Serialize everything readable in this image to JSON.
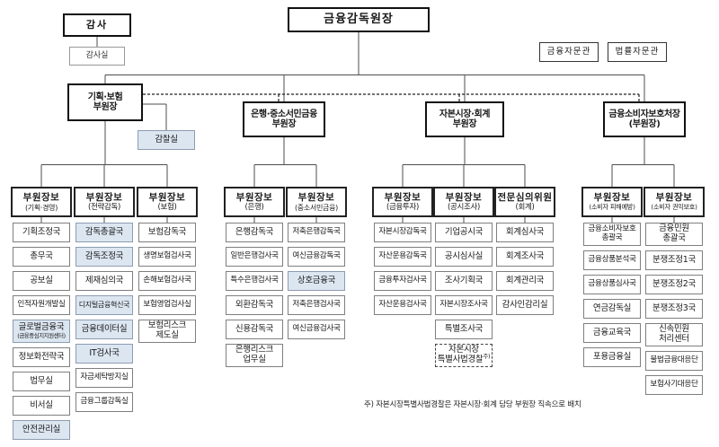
{
  "root": {
    "label": "금융감독원장"
  },
  "auditor": {
    "label": "감사"
  },
  "auditor_office": {
    "label": "감사실"
  },
  "advisors": [
    {
      "label": "금융자문관"
    },
    {
      "label": "법률자문관"
    }
  ],
  "inspection_office": {
    "label": "감찰실",
    "shaded": true
  },
  "deputies": [
    {
      "label": "기획·보험\n부원장"
    },
    {
      "label": "은행·중소서민금융\n부원장"
    },
    {
      "label": "자본시장·회계\n부원장"
    },
    {
      "label": "금융소비자보호처장\n(부원장)"
    }
  ],
  "columns": [
    {
      "deputy": 0,
      "head": {
        "title": "부원장보",
        "subtitle": "(기획·경영)"
      },
      "items": [
        {
          "label": "기획조정국"
        },
        {
          "label": "총무국"
        },
        {
          "label": "공보실"
        },
        {
          "label": "인적자원개발실"
        },
        {
          "label": "글로벌금융국",
          "sub": "(금융중심지지원센터)",
          "shaded": true
        },
        {
          "label": "정보화전략국"
        },
        {
          "label": "법무실"
        },
        {
          "label": "비서실"
        },
        {
          "label": "안전관리실",
          "shaded": true
        }
      ]
    },
    {
      "deputy": 0,
      "head": {
        "title": "부원장보",
        "subtitle": "(전략감독)"
      },
      "items": [
        {
          "label": "감독총괄국",
          "shaded": true
        },
        {
          "label": "감독조정국",
          "shaded": true
        },
        {
          "label": "제재심의국"
        },
        {
          "label": "디지털금융혁신국",
          "shaded": true
        },
        {
          "label": "금융데이터실",
          "shaded": true
        },
        {
          "label": "IT검사국",
          "shaded": true
        },
        {
          "label": "자금세탁방지실"
        },
        {
          "label": "금융그룹감독실"
        }
      ]
    },
    {
      "deputy": 0,
      "head": {
        "title": "부원장보",
        "subtitle": "(보험)"
      },
      "items": [
        {
          "label": "보험감독국"
        },
        {
          "label": "생명보험검사국"
        },
        {
          "label": "손해보험검사국"
        },
        {
          "label": "보험영업검사실"
        },
        {
          "label": "보험리스크\n제도실"
        }
      ]
    },
    {
      "deputy": 1,
      "head": {
        "title": "부원장보",
        "subtitle": "(은행)"
      },
      "items": [
        {
          "label": "은행감독국"
        },
        {
          "label": "일반은행검사국"
        },
        {
          "label": "특수은행검사국"
        },
        {
          "label": "외환감독국"
        },
        {
          "label": "신용감독국"
        },
        {
          "label": "은행리스크\n업무실"
        }
      ]
    },
    {
      "deputy": 1,
      "head": {
        "title": "부원장보",
        "subtitle": "(중소서민금융)"
      },
      "items": [
        {
          "label": "저축은행감독국"
        },
        {
          "label": "여신금융감독국"
        },
        {
          "label": "상호금융국",
          "shaded": true
        },
        {
          "label": "저축은행검사국"
        },
        {
          "label": "여신금융검사국"
        }
      ]
    },
    {
      "deputy": 2,
      "head": {
        "title": "부원장보",
        "subtitle": "(금융투자)"
      },
      "items": [
        {
          "label": "자본시장감독국"
        },
        {
          "label": "자산운용감독국"
        },
        {
          "label": "금융투자검사국"
        },
        {
          "label": "자산운용검사국"
        }
      ]
    },
    {
      "deputy": 2,
      "head": {
        "title": "부원장보",
        "subtitle": "(공시조사)"
      },
      "items": [
        {
          "label": "기업공시국"
        },
        {
          "label": "공시심사실"
        },
        {
          "label": "조사기획국"
        },
        {
          "label": "자본시장조사국"
        },
        {
          "label": "특별조사국"
        },
        {
          "label": "자본시장\n특별사법경찰",
          "sup": "주)",
          "dashed": true
        }
      ]
    },
    {
      "deputy": 2,
      "head": {
        "title": "전문심의위원",
        "subtitle": "(회계)"
      },
      "items": [
        {
          "label": "회계심사국"
        },
        {
          "label": "회계조사국"
        },
        {
          "label": "회계관리국"
        },
        {
          "label": "감사인감리실"
        }
      ]
    },
    {
      "deputy": 3,
      "head": {
        "title": "부원장보",
        "subtitle": "(소비자 피해예방)"
      },
      "items": [
        {
          "label": "금융소비자보호\n총괄국"
        },
        {
          "label": "금융상품분석국"
        },
        {
          "label": "금융상품심사국"
        },
        {
          "label": "연금감독실"
        },
        {
          "label": "금융교육국"
        },
        {
          "label": "포용금융실"
        }
      ]
    },
    {
      "deputy": 3,
      "head": {
        "title": "부원장보",
        "subtitle": "(소비자 권익보호)"
      },
      "items": [
        {
          "label": "금융민원\n총괄국"
        },
        {
          "label": "분쟁조정1국"
        },
        {
          "label": "분쟁조정2국"
        },
        {
          "label": "분쟁조정3국"
        },
        {
          "label": "신속민원\n처리센터"
        },
        {
          "label": "불법금융대응단"
        },
        {
          "label": "보험사기대응단"
        }
      ]
    }
  ],
  "footnote": "주) 자본시장특별사법경찰은 자본시장·회계 담당 부원장 직속으로 배치",
  "colors": {
    "shaded_fill": "#dce6f1",
    "box_border": "#7f7f7f",
    "strong_border": "#111111",
    "line": "#4d4d4d"
  }
}
